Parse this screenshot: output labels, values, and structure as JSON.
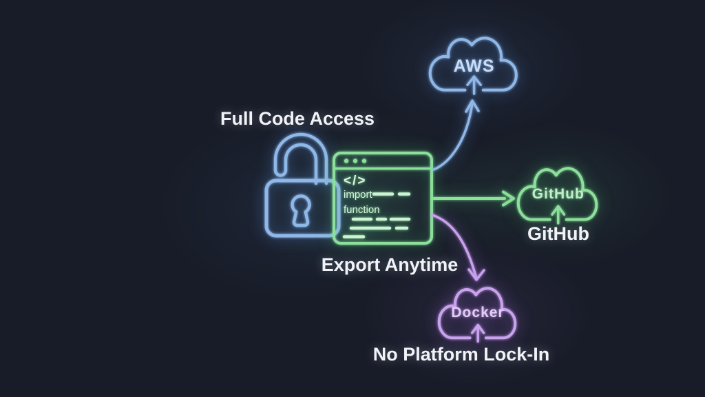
{
  "page": {
    "background_color": "#181c28",
    "text_color": "#f1f3f7"
  },
  "headline_labels": {
    "full_code_access": "Full Code Access",
    "export_anytime": "Export Anytime",
    "github": "GitHub",
    "no_platform_lockin": "No Platform Lock-In"
  },
  "clouds": {
    "aws": {
      "label": "AWS",
      "color": "#8fb8e8"
    },
    "github": {
      "label": "GitHub",
      "color": "#8ce09a"
    },
    "docker": {
      "label": "Docker",
      "color": "#c9a2ee"
    }
  },
  "code_window": {
    "code_tag": "</>",
    "line_import": "import",
    "line_function": "function",
    "border_color": "#8ce09a"
  },
  "padlock": {
    "color": "#8fb8e8",
    "state": "unlocked"
  },
  "arrow_colors": {
    "to_aws": "#8fb8e8",
    "to_github": "#8ce09a",
    "to_docker": "#c9a2ee"
  }
}
